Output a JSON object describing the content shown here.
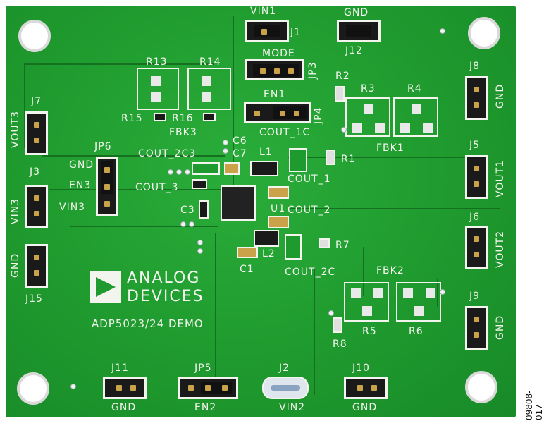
{
  "board": {
    "brand_line1": "ANALOG",
    "brand_line2": "DEVICES",
    "title": "ADP5023/24 DEMO",
    "figure_code": "09808-017"
  },
  "labels": {
    "vin1": "VIN1",
    "j1": "J1",
    "gnd_top": "GND",
    "j12": "J12",
    "mode": "MODE",
    "jp3": "JP3",
    "en1": "EN1",
    "jp4": "JP4",
    "r13": "R13",
    "r14": "R14",
    "r15": "R15",
    "r16": "R16",
    "fbk3": "FBK3",
    "r2": "R2",
    "r3": "R3",
    "r4": "R4",
    "fbk1": "FBK1",
    "cout_1c": "COUT_1C",
    "c6": "C6",
    "c7": "C7",
    "l1": "L1",
    "r1": "R1",
    "cout_2c3": "COUT_2C3",
    "cout_3": "COUT_3",
    "cout_1": "COUT_1",
    "cout_2": "COUT_2",
    "u1": "U1",
    "c3": "C3",
    "c1": "C1",
    "l2": "L2",
    "r7": "R7",
    "cout_2c": "COUT_2C",
    "fbk2": "FBK2",
    "r5": "R5",
    "r6": "R6",
    "r8": "R8",
    "j7": "J7",
    "vout3": "VOUT3",
    "jp6": "JP6",
    "gnd_jp6": "GND",
    "en3": "EN3",
    "vin3_jp6": "VIN3",
    "j3": "J3",
    "vin3": "VIN3",
    "gnd_j15": "GND",
    "j15": "J15",
    "j8": "J8",
    "gnd_j8": "GND",
    "j5": "J5",
    "vout1": "VOUT1",
    "j6": "J6",
    "vout2": "VOUT2",
    "j9": "J9",
    "gnd_j9": "GND",
    "j11": "J11",
    "gnd_j11": "GND",
    "jp5": "JP5",
    "en2": "EN2",
    "j2": "J2",
    "vin2": "VIN2",
    "j10": "J10",
    "gnd_j10": "GND"
  }
}
